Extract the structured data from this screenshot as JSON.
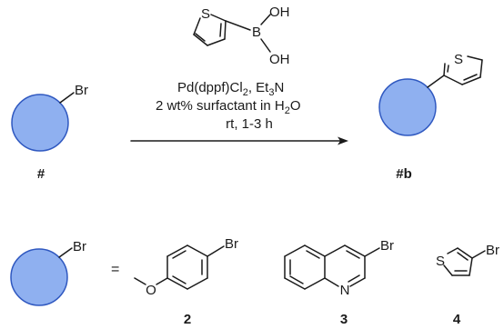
{
  "reagents": {
    "boron": "B",
    "oh_top": "OH",
    "oh_bottom": "OH",
    "thiophene_s": "S",
    "line1": "Pd(dppf)Cl",
    "line1_sub": "2",
    "line1_tail": ", Et",
    "line1_sub2": "3",
    "line1_end": "N",
    "line2": "2 wt% surfactant in H",
    "line2_sub": "2",
    "line2_end": "O",
    "line3": "rt, 1-3 h"
  },
  "substrate": {
    "substituent": "Br",
    "label": "#"
  },
  "product": {
    "thiophene_s": "S",
    "label": "#b"
  },
  "legend": {
    "substituent": "Br",
    "equals": "=",
    "items": [
      {
        "label": "2",
        "o_atom": "O",
        "br": "Br"
      },
      {
        "label": "3",
        "n_atom": "N",
        "br": "Br"
      },
      {
        "label": "4",
        "s_atom": "S",
        "br": "Br"
      }
    ]
  },
  "colors": {
    "circle_fill": "#8fb0f0",
    "circle_stroke": "#2f58c0"
  }
}
